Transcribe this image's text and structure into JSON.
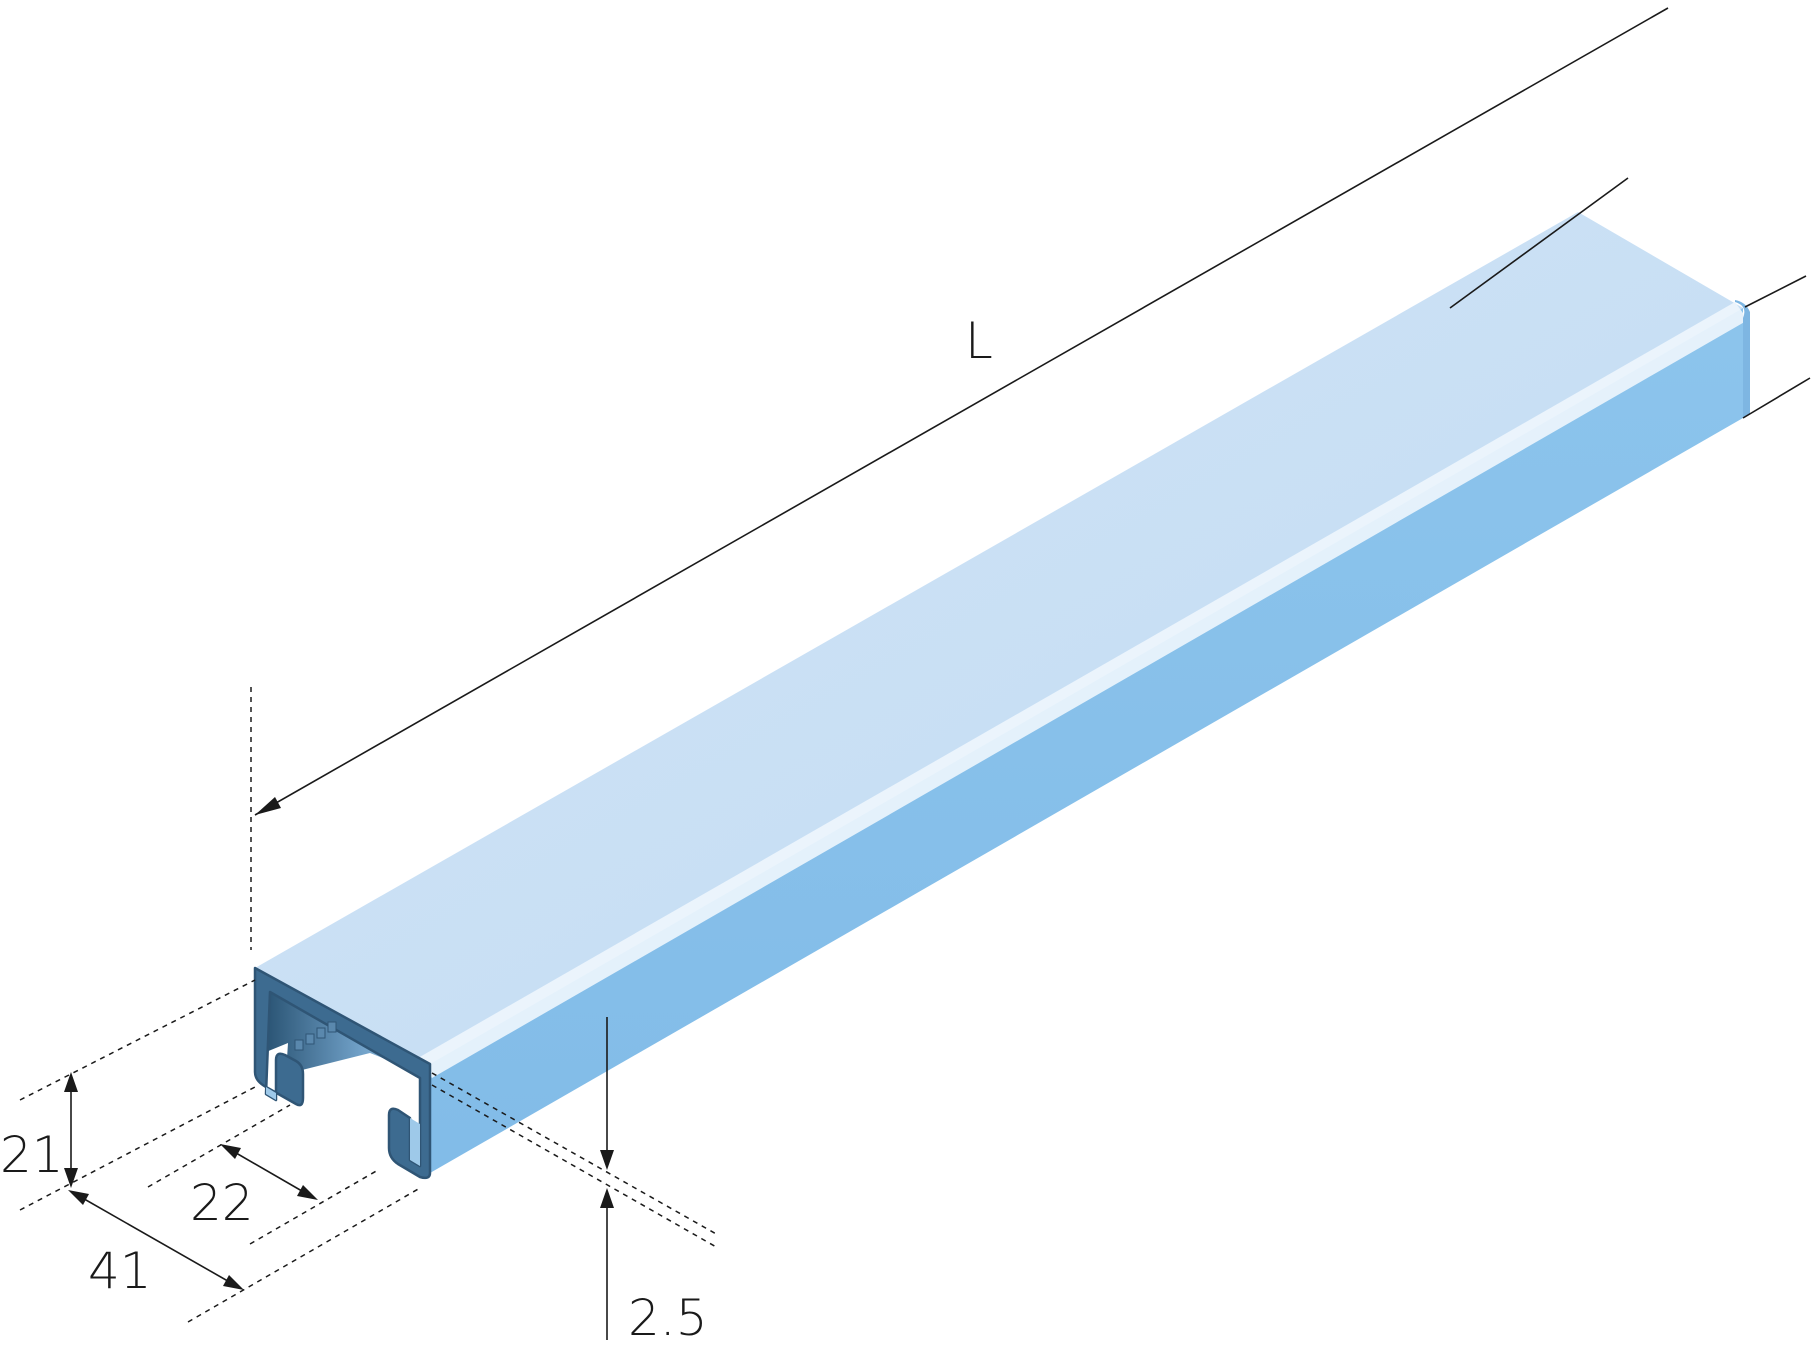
{
  "dimensions": {
    "length": "L",
    "width": "41",
    "slot": "22",
    "height": "21",
    "thickness": "2.5"
  },
  "colors": {
    "top_face": "#c9e0f5",
    "side_face": "#87c0ea",
    "cut_face": "#3c6a8f",
    "edge_highlight": "#eef6fd",
    "inner_shadow": "#2d5877",
    "line": "#1a1a1a"
  }
}
